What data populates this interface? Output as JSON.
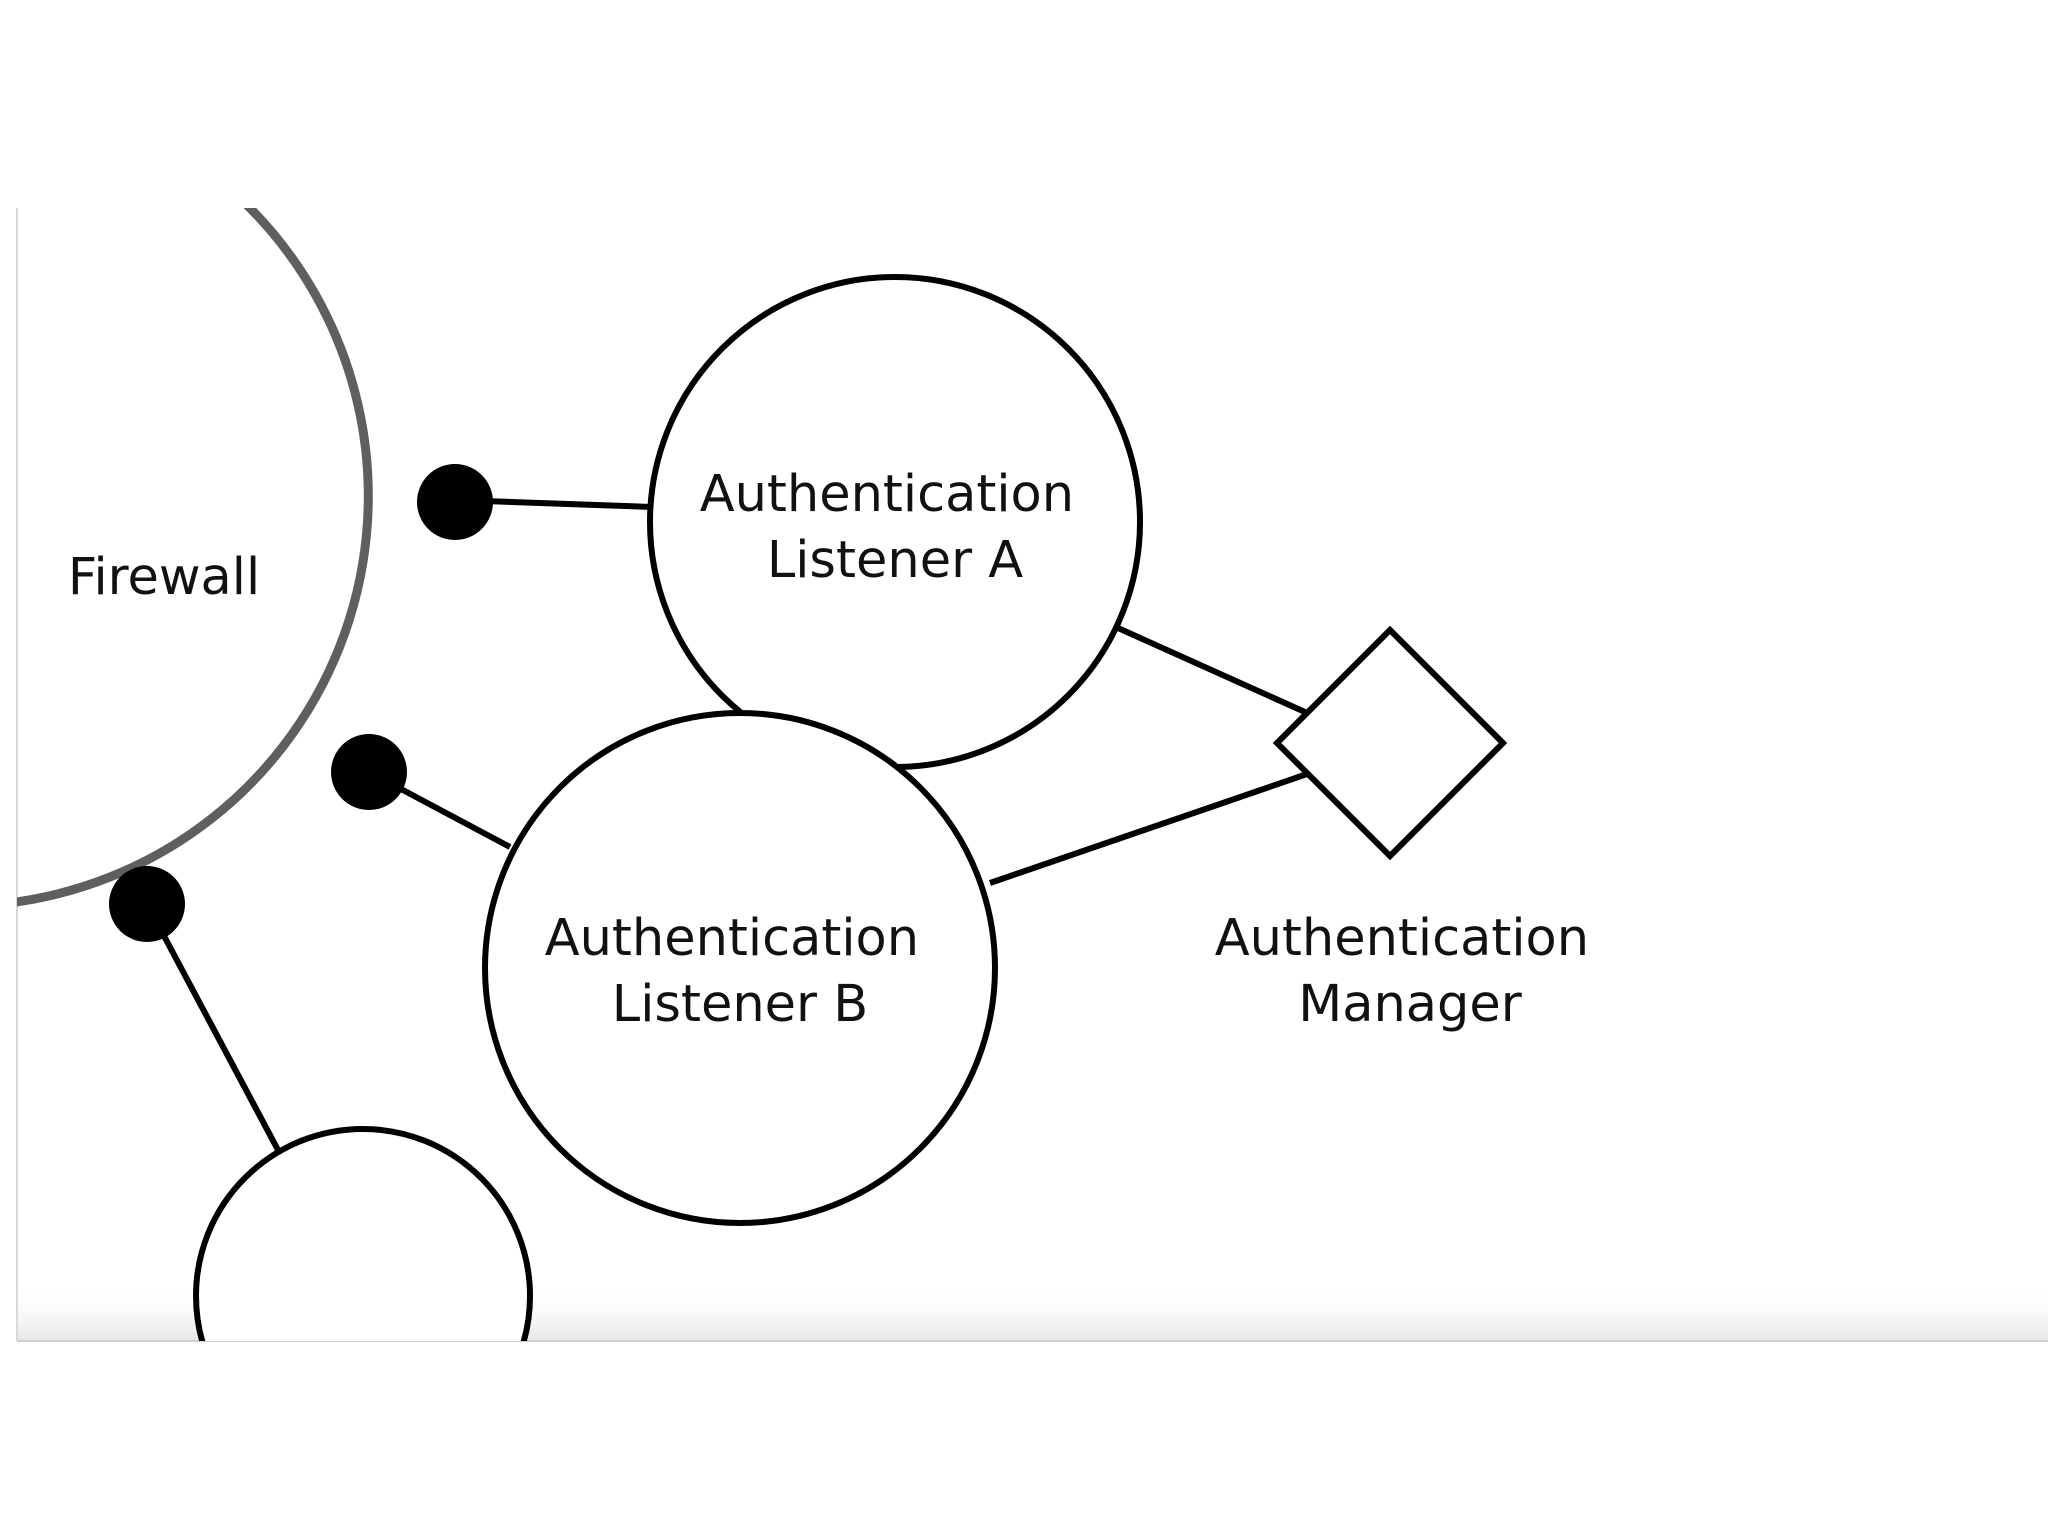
{
  "diagram": {
    "colors": {
      "background": "#ffffff",
      "stroke": "#000000",
      "firewall_ring": "#5f5f5f",
      "text": "#111111"
    },
    "nodes": [
      {
        "id": "firewall",
        "shape": "circle-arc",
        "lines": [
          "Firewall"
        ]
      },
      {
        "id": "listener-a",
        "shape": "circle",
        "lines": [
          "Authentication",
          "Listener A"
        ]
      },
      {
        "id": "listener-b",
        "shape": "circle",
        "lines": [
          "Authentication",
          "Listener B"
        ]
      },
      {
        "id": "manager",
        "shape": "diamond",
        "lines": [
          "Authentication",
          "Manager"
        ]
      },
      {
        "id": "unnamed-node",
        "shape": "circle",
        "lines": []
      }
    ],
    "edges": [
      {
        "from": "firewall",
        "to": "listener-a"
      },
      {
        "from": "firewall",
        "to": "listener-b"
      },
      {
        "from": "firewall",
        "to": "unnamed-node"
      },
      {
        "from": "listener-a",
        "to": "manager"
      },
      {
        "from": "listener-b",
        "to": "manager"
      }
    ]
  }
}
